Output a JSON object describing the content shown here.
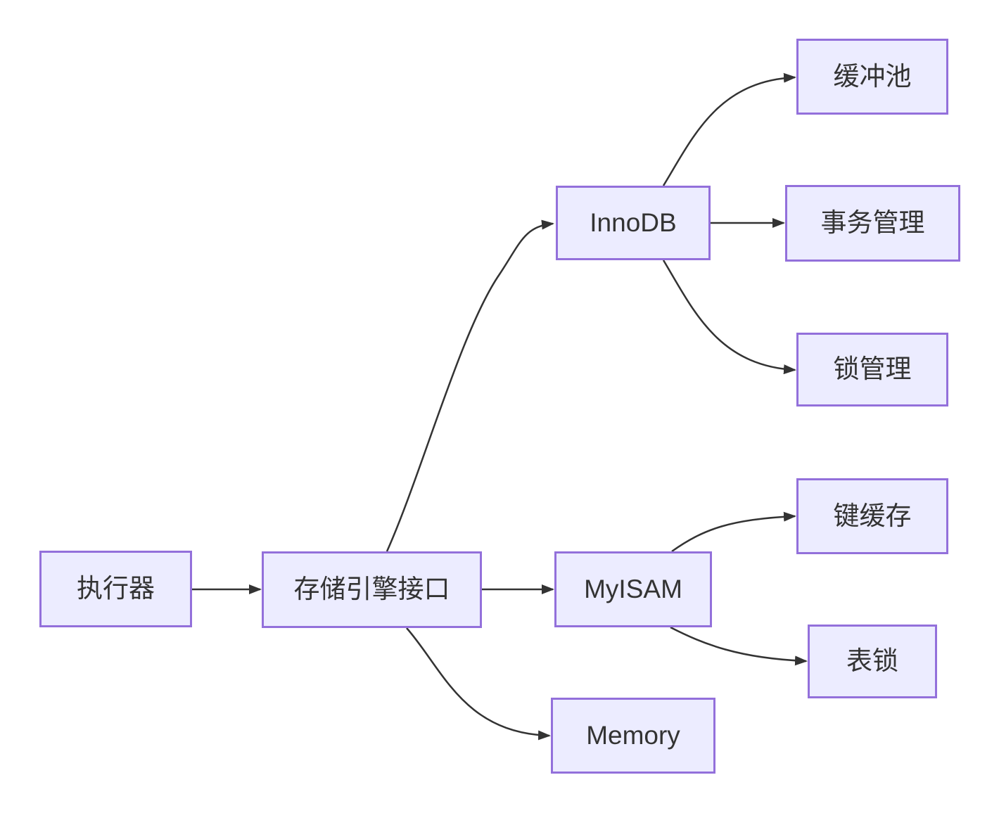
{
  "diagram": {
    "type": "flowchart",
    "direction": "left-to-right",
    "colors": {
      "background": "#ffffff",
      "node_fill": "#ECECFF",
      "node_border": "#9370DB",
      "edge_stroke": "#333333",
      "text": "#333333"
    },
    "nodes": [
      {
        "id": "executor",
        "label": "执行器"
      },
      {
        "id": "engine-interface",
        "label": "存储引擎接口"
      },
      {
        "id": "innodb",
        "label": "InnoDB"
      },
      {
        "id": "buffer-pool",
        "label": "缓冲池"
      },
      {
        "id": "transaction-management",
        "label": "事务管理"
      },
      {
        "id": "lock-management",
        "label": "锁管理"
      },
      {
        "id": "myisam",
        "label": "MyISAM"
      },
      {
        "id": "key-cache",
        "label": "键缓存"
      },
      {
        "id": "table-lock",
        "label": "表锁"
      },
      {
        "id": "memory",
        "label": "Memory"
      }
    ],
    "edges": [
      {
        "from": "executor",
        "to": "engine-interface"
      },
      {
        "from": "engine-interface",
        "to": "innodb"
      },
      {
        "from": "engine-interface",
        "to": "myisam"
      },
      {
        "from": "engine-interface",
        "to": "memory"
      },
      {
        "from": "innodb",
        "to": "buffer-pool"
      },
      {
        "from": "innodb",
        "to": "transaction-management"
      },
      {
        "from": "innodb",
        "to": "lock-management"
      },
      {
        "from": "myisam",
        "to": "key-cache"
      },
      {
        "from": "myisam",
        "to": "table-lock"
      }
    ]
  }
}
